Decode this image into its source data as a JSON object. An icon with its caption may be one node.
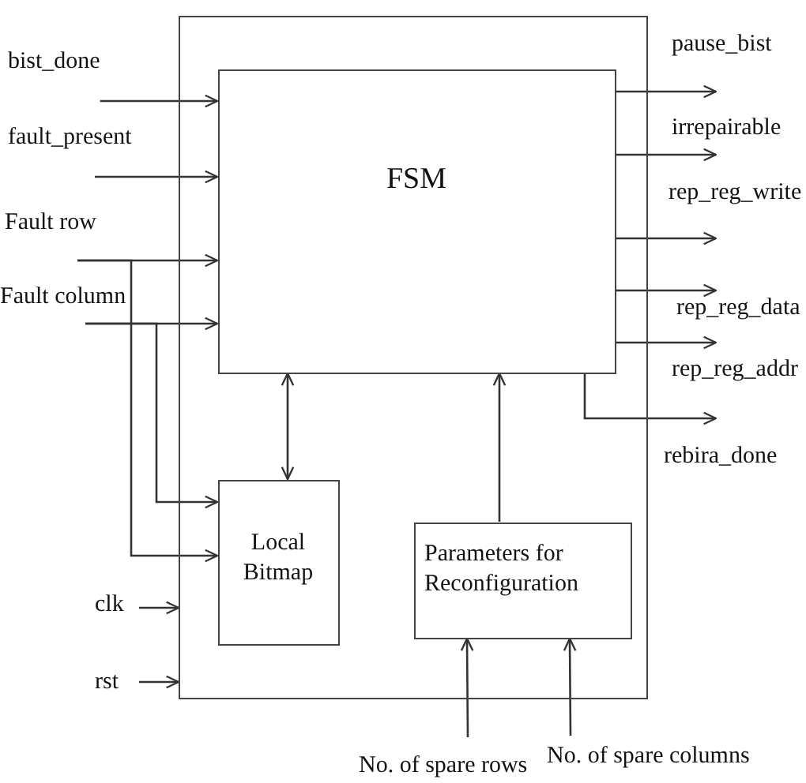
{
  "diagram": {
    "nodes": [
      {
        "text": [],
        "shape": "box"
      },
      {
        "text": [
          "FSM"
        ],
        "in": 0
      },
      {
        "text": [
          "Local Bitmap"
        ],
        "in": 0
      },
      {
        "text": [
          "Parameters for Reconfiguration"
        ],
        "in": 0
      },
      {
        "text": [
          "bist_done"
        ]
      },
      {
        "text": [
          "fault_present"
        ]
      },
      {
        "text": [
          "Fault row"
        ]
      },
      {
        "text": [
          "Fault column"
        ]
      },
      {
        "text": [
          "pause_bist"
        ]
      },
      {
        "text": [
          "irrepairable"
        ]
      },
      {
        "text": [
          "rep_reg_write"
        ]
      },
      {
        "text": [
          "rep_reg_data"
        ]
      },
      {
        "text": [
          "rep_reg_addr"
        ]
      },
      {
        "text": [
          "rebira_done"
        ]
      },
      {
        "text": [
          "clk"
        ]
      },
      {
        "text": [
          "rst"
        ]
      },
      {
        "text": [
          "No. of spare rows"
        ]
      },
      {
        "text": [
          "No. of spare columns"
        ]
      }
    ],
    "edges": [
      {
        "from": 4,
        "to": 1,
        "arrow": "to"
      },
      {
        "from": 5,
        "to": 1,
        "arrow": "to"
      },
      {
        "from": 6,
        "to": 1,
        "arrow": "to"
      },
      {
        "from": 7,
        "to": 1,
        "arrow": "to"
      },
      {
        "from": 6,
        "to": 2,
        "arrow": "to"
      },
      {
        "from": 7,
        "to": 2,
        "arrow": "to"
      },
      {
        "from": 1,
        "to": 2,
        "arrow": "both"
      },
      {
        "from": 3,
        "to": 1,
        "arrow": "to"
      },
      {
        "from": 1,
        "to": 8,
        "arrow": "to"
      },
      {
        "from": 1,
        "to": 9,
        "arrow": "to"
      },
      {
        "from": 1,
        "to": 10,
        "arrow": "to"
      },
      {
        "from": 1,
        "to": 11,
        "arrow": "to"
      },
      {
        "from": 1,
        "to": 12,
        "arrow": "to"
      },
      {
        "from": 1,
        "to": 13,
        "arrow": "to"
      },
      {
        "from": 14,
        "to": 0,
        "arrow": "to"
      },
      {
        "from": 15,
        "to": 0,
        "arrow": "to"
      },
      {
        "from": 16,
        "to": 3,
        "arrow": "to"
      },
      {
        "from": 17,
        "to": 3,
        "arrow": "to"
      }
    ]
  }
}
